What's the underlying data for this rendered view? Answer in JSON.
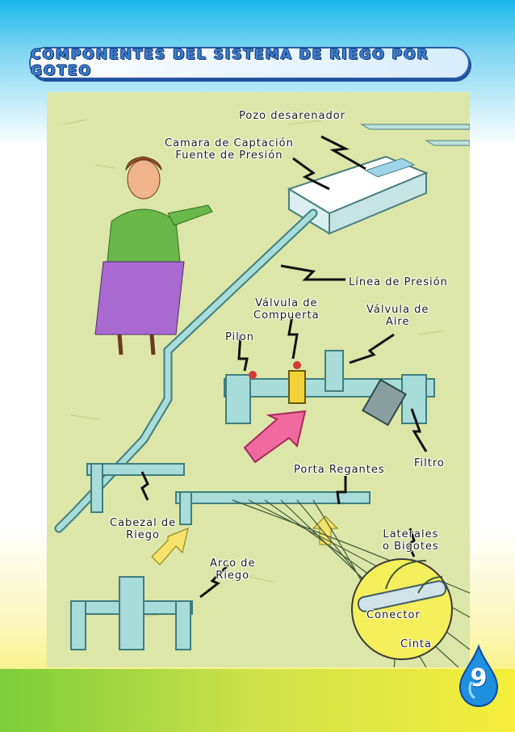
{
  "title": "COMPONENTES DEL SISTEMA DE RIEGO POR GOTEO",
  "labels": {
    "pozo": "Pozo desarenador",
    "camara_1": "Camara de Captación",
    "camara_2": "Fuente de Presión",
    "linea": "Línea de Presión",
    "valvula_comp_1": "Válvula de",
    "valvula_comp_2": "Compuerta",
    "valvula_aire_1": "Válvula de",
    "valvula_aire_2": "Aire",
    "pilon": "Pilon",
    "porta": "Porta Regantes",
    "filtro": "Filtro",
    "cabezal_1": "Cabezal de",
    "cabezal_2": "Riego",
    "arco_1": "Arco de",
    "arco_2": "Riego",
    "laterales_1": "Laterales",
    "laterales_2": "o Bigotes",
    "conector": "Conector",
    "cinta": "Cinta"
  },
  "page_number": "9",
  "colors": {
    "pipe": "#8fd0cf",
    "pipe_dark": "#3f7e80",
    "ground": "#dce6a8",
    "title_text": "#3a7fd2",
    "arrow": "#f06aa0",
    "drop": "#1f8fe0"
  }
}
